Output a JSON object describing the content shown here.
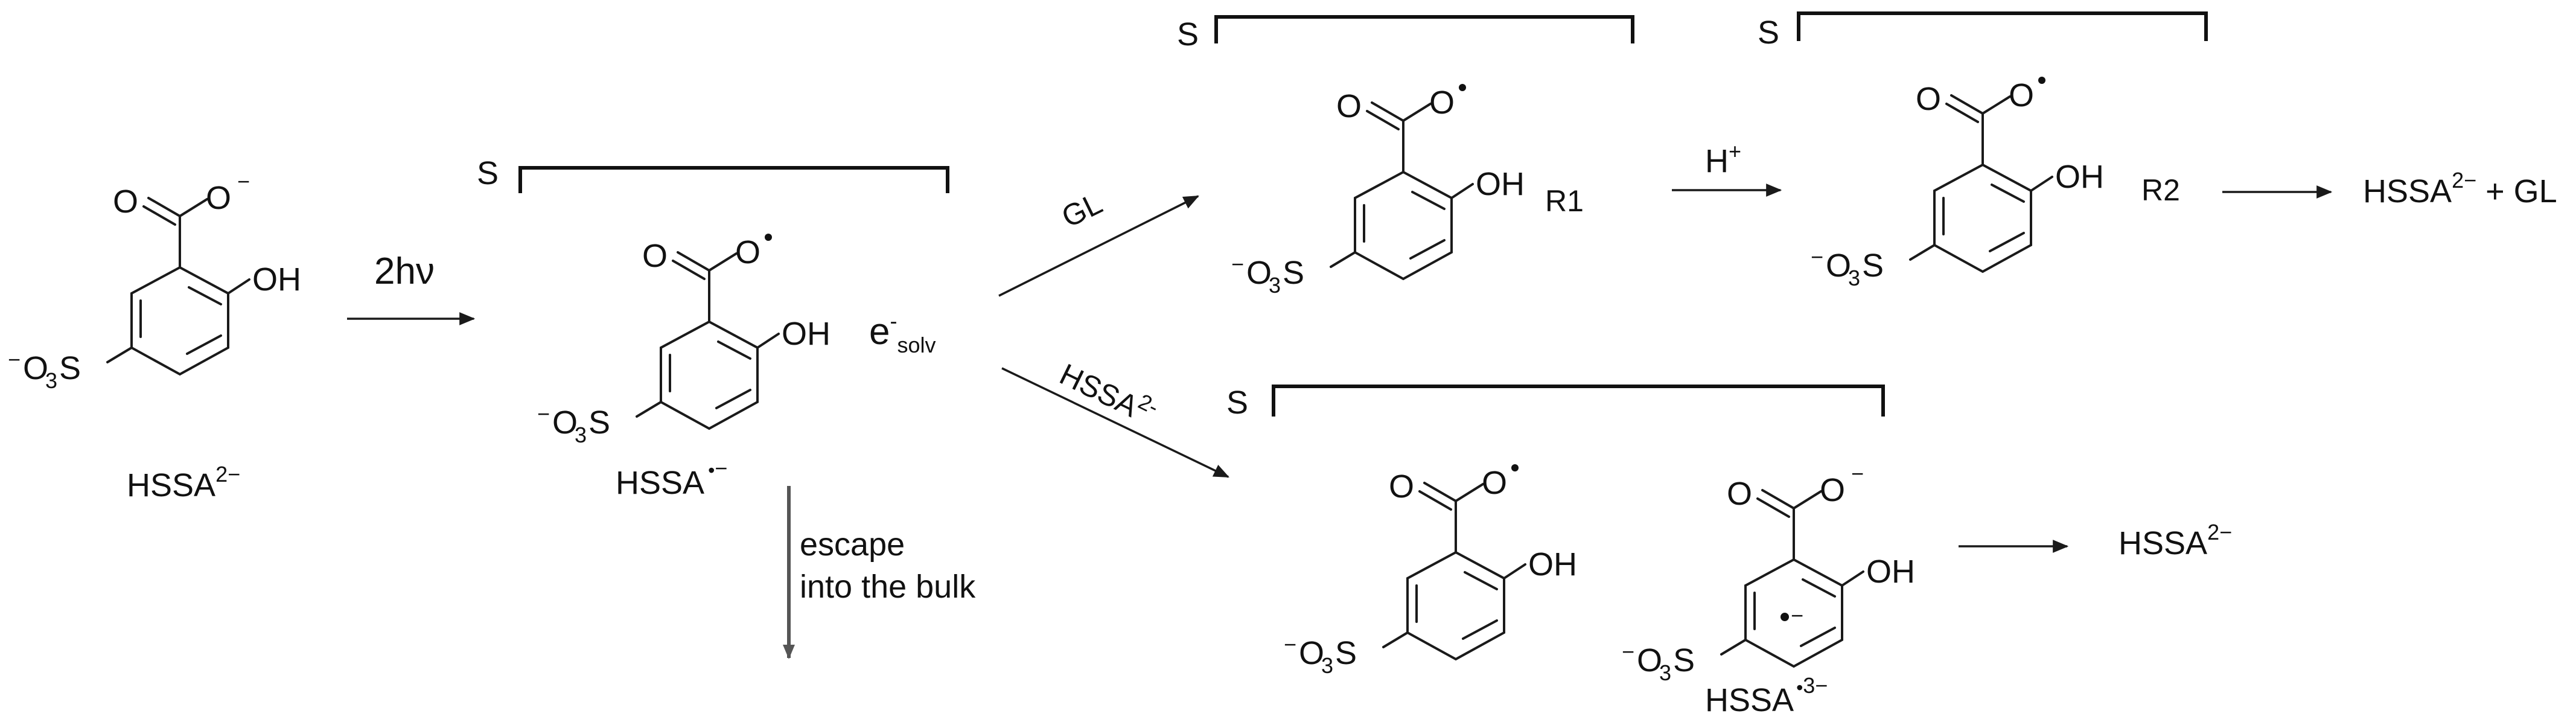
{
  "labels": {
    "hssa_dianion": "HSSA",
    "hssa_dianion_sup": "2−",
    "hssa_radical_anion": "HSSA",
    "hssa_radical_anion_sup": "−",
    "hssa_radical_trianion": "HSSA",
    "hssa_radical_trianion_sup": "3−",
    "photon": "2hν",
    "electron": "e",
    "electron_sup": "-",
    "electron_sub": "solv",
    "surface": "S",
    "gl": "GL",
    "hssa_reagent": "HSSA",
    "hssa_reagent_sup": "2-",
    "r1": "R1",
    "r2": "R2",
    "proton": "H",
    "proton_sup": "+",
    "product1": "HSSA",
    "product1_sup": "2−",
    "product1_rest": " + GL",
    "product2": "HSSA",
    "product2_sup": "2−",
    "escape_line1": "escape",
    "escape_line2": "into the bulk"
  },
  "atoms": {
    "oxygen": "O",
    "hydroxyl": "OH",
    "sulfonate_minus": "−",
    "sulfonate_o": "O",
    "sulfonate_sub": "3",
    "sulfonate_s": "S",
    "carboxylate_minus": "−",
    "ring_radical_anion": "−"
  }
}
